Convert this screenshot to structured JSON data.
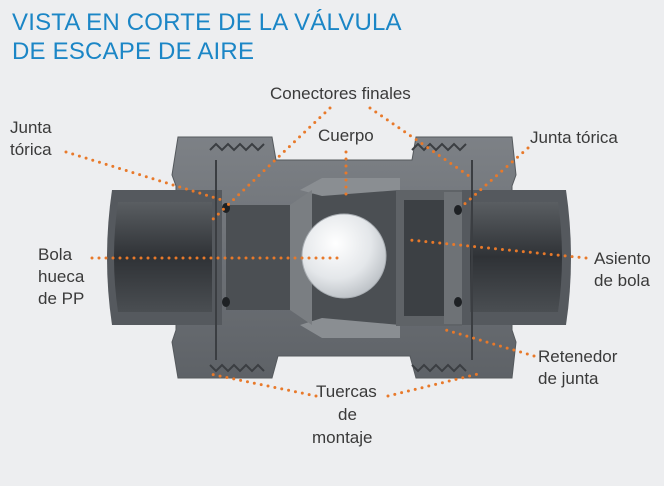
{
  "title": {
    "line1": "VISTA EN CORTE DE LA VÁLVULA",
    "line2": "DE ESCAPE DE AIRE"
  },
  "labels": {
    "conectores_finales": "Conectores finales",
    "cuerpo": "Cuerpo",
    "junta_torica_left_1": "Junta",
    "junta_torica_left_2": "tórica",
    "junta_torica_right": "Junta tórica",
    "bola_1": "Bola",
    "bola_2": "hueca",
    "bola_3": "de PP",
    "asiento_1": "Asiento",
    "asiento_2": "de bola",
    "retenedor_1": "Retenedor",
    "retenedor_2": "de junta",
    "tuercas_1": "Tuercas",
    "tuercas_2": "de",
    "tuercas_3": "montaje"
  },
  "colors": {
    "title": "#1b86c6",
    "leader_dots": "#e8792a",
    "label_text": "#3a3a3a",
    "body_gray": "#6f7377",
    "pipe_dark": "#3e4246",
    "ball": "#e9ecee"
  }
}
